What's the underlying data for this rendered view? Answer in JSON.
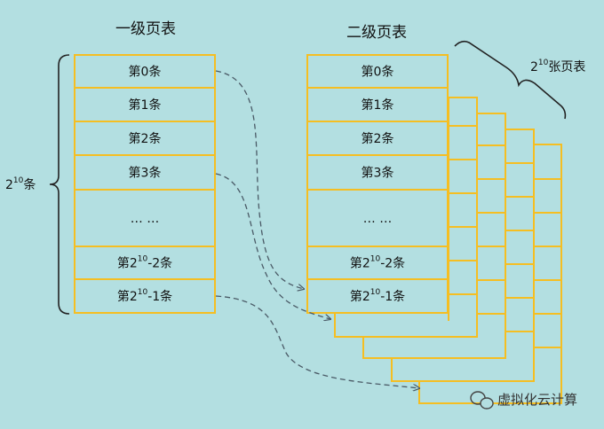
{
  "titles": {
    "level1": "一级页表",
    "level2": "二级页表"
  },
  "level1_rows": [
    {
      "base": "第0条",
      "sup": "",
      "tail": ""
    },
    {
      "base": "第1条",
      "sup": "",
      "tail": ""
    },
    {
      "base": "第2条",
      "sup": "",
      "tail": ""
    },
    {
      "base": "第3条",
      "sup": "",
      "tail": ""
    },
    {
      "base": "… …",
      "sup": "",
      "tail": ""
    },
    {
      "base": "第2",
      "sup": "10",
      "tail": "-2条"
    },
    {
      "base": "第2",
      "sup": "10",
      "tail": "-1条"
    }
  ],
  "level2_rows": [
    {
      "base": "第0条",
      "sup": "",
      "tail": ""
    },
    {
      "base": "第1条",
      "sup": "",
      "tail": ""
    },
    {
      "base": "第2条",
      "sup": "",
      "tail": ""
    },
    {
      "base": "第3条",
      "sup": "",
      "tail": ""
    },
    {
      "base": "… …",
      "sup": "",
      "tail": ""
    },
    {
      "base": "第2",
      "sup": "10",
      "tail": "-2条"
    },
    {
      "base": "第2",
      "sup": "10",
      "tail": "-1条"
    }
  ],
  "left_brace_label": {
    "base": "2",
    "sup": "10",
    "tail": "条"
  },
  "top_brace_label": {
    "base": "2",
    "sup": "10",
    "tail": "张页表"
  },
  "watermark": "虚拟化云计算",
  "colors": {
    "background": "#b3dfe1",
    "cell_border": "#f5be22",
    "cell_fill": "#b3dfe1",
    "arrow": "#4a5a66"
  },
  "icons": [
    "wechat-icon"
  ]
}
